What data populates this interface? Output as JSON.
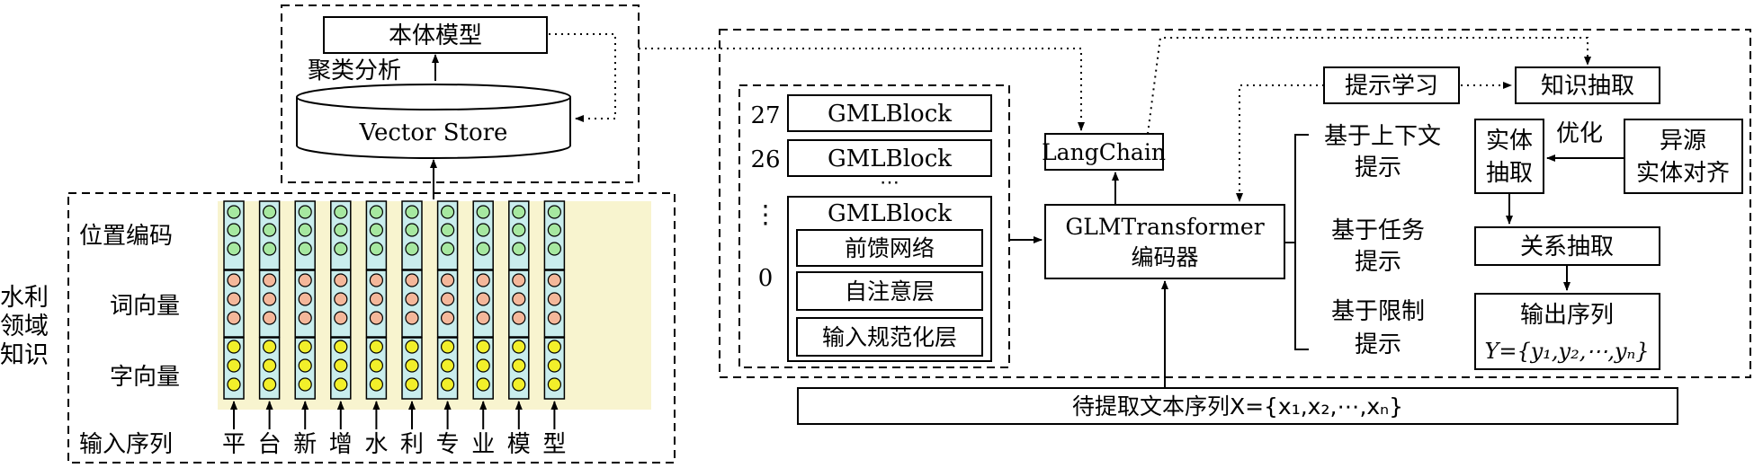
{
  "top": {
    "ontology": "本体模型",
    "cluster": "聚类分析",
    "vector_store": "Vector Store"
  },
  "left": {
    "domain": [
      "水利",
      "领域",
      "知识"
    ],
    "rows": {
      "position": "位置编码",
      "word": "词向量",
      "char": "字向量",
      "input": "输入序列"
    },
    "input_chars": [
      "平",
      "台",
      "新",
      "增",
      "水",
      "利",
      "专",
      "业",
      "模",
      "型"
    ],
    "colors": {
      "panel": "#f8f4cf",
      "column": "#c9eded",
      "green": "#a6e8a0",
      "orange": "#f4b79a",
      "yellow": "#f2ef2a"
    }
  },
  "stack": {
    "layer_numbers": [
      "27",
      "26",
      "⋮",
      "0"
    ],
    "block": "GMLBlock",
    "vdots": "⋯",
    "sublayers": [
      "前馈网络",
      "自注意层",
      "输入规范化层"
    ]
  },
  "center": {
    "langchain": "LangChain",
    "encoder": [
      "GLMTransformer",
      "编码器"
    ]
  },
  "prompt": {
    "learning": "提示学习",
    "extraction": "知识抽取",
    "types": [
      [
        "基于上下文",
        "提示"
      ],
      [
        "基于任务",
        "提示"
      ],
      [
        "基于限制",
        "提示"
      ]
    ]
  },
  "pipeline": {
    "entity": [
      "实体",
      "抽取"
    ],
    "optimize": "优化",
    "heterogeneous": [
      "异源",
      "实体对齐"
    ],
    "relation": "关系抽取",
    "output": "输出序列",
    "output_formula": "Y={y₁,y₂,⋯,yₙ}"
  },
  "input_sequence": "待提取文本序列X={x₁,x₂,⋯,xₙ}"
}
